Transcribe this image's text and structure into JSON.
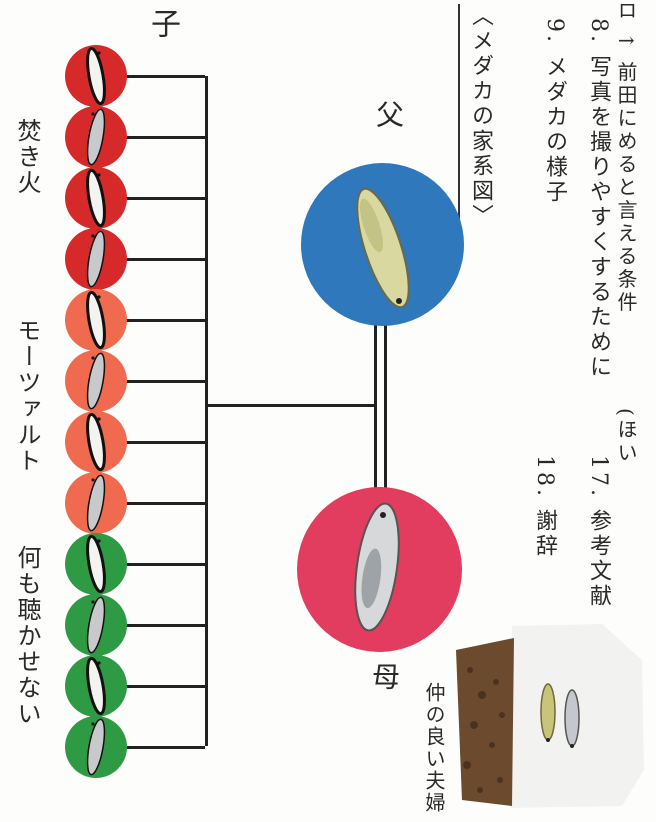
{
  "toc": {
    "items": [
      "8. 写真を撮りやすくするために",
      "9. メダカの様子",
      "17. 参考文献",
      "18. 謝辞"
    ],
    "partial_items": [
      "ロ ↑ 前田にめると言える条件",
      "(ほい"
    ]
  },
  "diagram": {
    "title": "〈メダカの家系図〉",
    "father_label": "父",
    "mother_label": "母",
    "children_label": "子",
    "groups": [
      {
        "label": "焚き火",
        "color": "#d62a2a",
        "count": 4
      },
      {
        "label": "モーツァルト",
        "color": "#ef6a4f",
        "count": 4
      },
      {
        "label": "何も聴かせない",
        "color": "#2f9a44",
        "count": 4
      }
    ],
    "father_color": "#2f78bb",
    "mother_color": "#e23d5e"
  },
  "photo": {
    "caption": "仲の良い夫婦"
  }
}
